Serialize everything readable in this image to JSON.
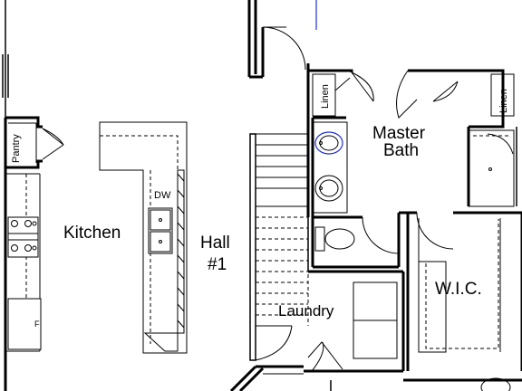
{
  "rooms": {
    "kitchen": "Kitchen",
    "hall_line1": "Hall",
    "hall_line2": "#1",
    "master_bath_line1": "Master",
    "master_bath_line2": "Bath",
    "wic": "W.I.C.",
    "laundry": "Laundry",
    "pantry": "Pantry",
    "linen_left": "Linen",
    "linen_right": "Linen"
  },
  "appliances": {
    "dishwasher": "DW",
    "fridge": "F"
  },
  "colors": {
    "walls": "#000000",
    "plumbing": "#1f2fd8"
  }
}
